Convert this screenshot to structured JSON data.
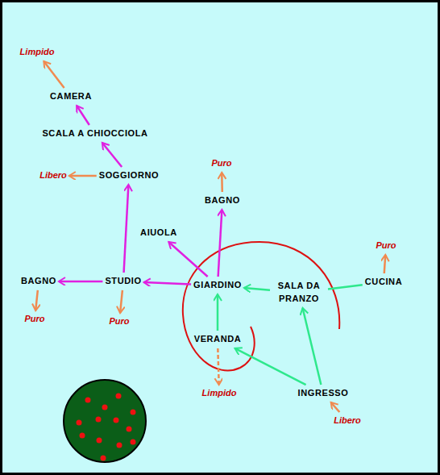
{
  "diagram": {
    "nodes": [
      {
        "text": [
          "Limpido"
        ]
      },
      {
        "text": [
          "CAMERA"
        ]
      },
      {
        "text": [
          "SCALA A CHIOCCIOLA"
        ]
      },
      {
        "text": [
          "Puro"
        ]
      },
      {
        "text": [
          "Libero"
        ]
      },
      {
        "text": [
          "SOGGIORNO"
        ]
      },
      {
        "text": [
          "BAGNO"
        ]
      },
      {
        "text": [
          "AIUOLA"
        ]
      },
      {
        "text": [
          "Puro"
        ]
      },
      {
        "text": [
          "BAGNO"
        ]
      },
      {
        "text": [
          "STUDIO"
        ]
      },
      {
        "text": [
          "GIARDINO"
        ]
      },
      {
        "text": [
          "SALA DA PRANZO"
        ]
      },
      {
        "text": [
          "CUCINA"
        ]
      },
      {
        "text": [
          "Puro"
        ]
      },
      {
        "text": [
          "Puro"
        ]
      },
      {
        "text": [
          "VERANDA"
        ]
      },
      {
        "text": [
          "Limpido"
        ]
      },
      {
        "text": [
          "INGRESSO"
        ]
      },
      {
        "text": [
          "Libero"
        ]
      }
    ],
    "edges": [
      {
        "from": 1,
        "to": 0,
        "arrow": "to"
      },
      {
        "from": 2,
        "to": 1,
        "arrow": "to"
      },
      {
        "from": 5,
        "to": 2,
        "arrow": "to"
      },
      {
        "from": 5,
        "to": 4,
        "arrow": "to"
      },
      {
        "from": 10,
        "to": 5,
        "arrow": "to"
      },
      {
        "from": 6,
        "to": 3,
        "arrow": "to"
      },
      {
        "from": 11,
        "to": 6,
        "arrow": "to"
      },
      {
        "from": 11,
        "to": 7,
        "arrow": "to"
      },
      {
        "from": 13,
        "to": 8,
        "arrow": "to"
      },
      {
        "from": 10,
        "to": 9,
        "arrow": "to"
      },
      {
        "from": 11,
        "to": 10,
        "arrow": "to"
      },
      {
        "from": 12,
        "to": 11,
        "arrow": "to"
      },
      {
        "from": 13,
        "to": 12,
        "arrow": "none"
      },
      {
        "from": 9,
        "to": 14,
        "arrow": "to"
      },
      {
        "from": 10,
        "to": 15,
        "arrow": "to"
      },
      {
        "from": 16,
        "to": 11,
        "arrow": "to"
      },
      {
        "from": 16,
        "to": 17,
        "arrow": "to"
      },
      {
        "from": 18,
        "to": 16,
        "arrow": "to"
      },
      {
        "from": 18,
        "to": 12,
        "arrow": "to"
      },
      {
        "from": 19,
        "to": 18,
        "arrow": "to"
      }
    ]
  }
}
